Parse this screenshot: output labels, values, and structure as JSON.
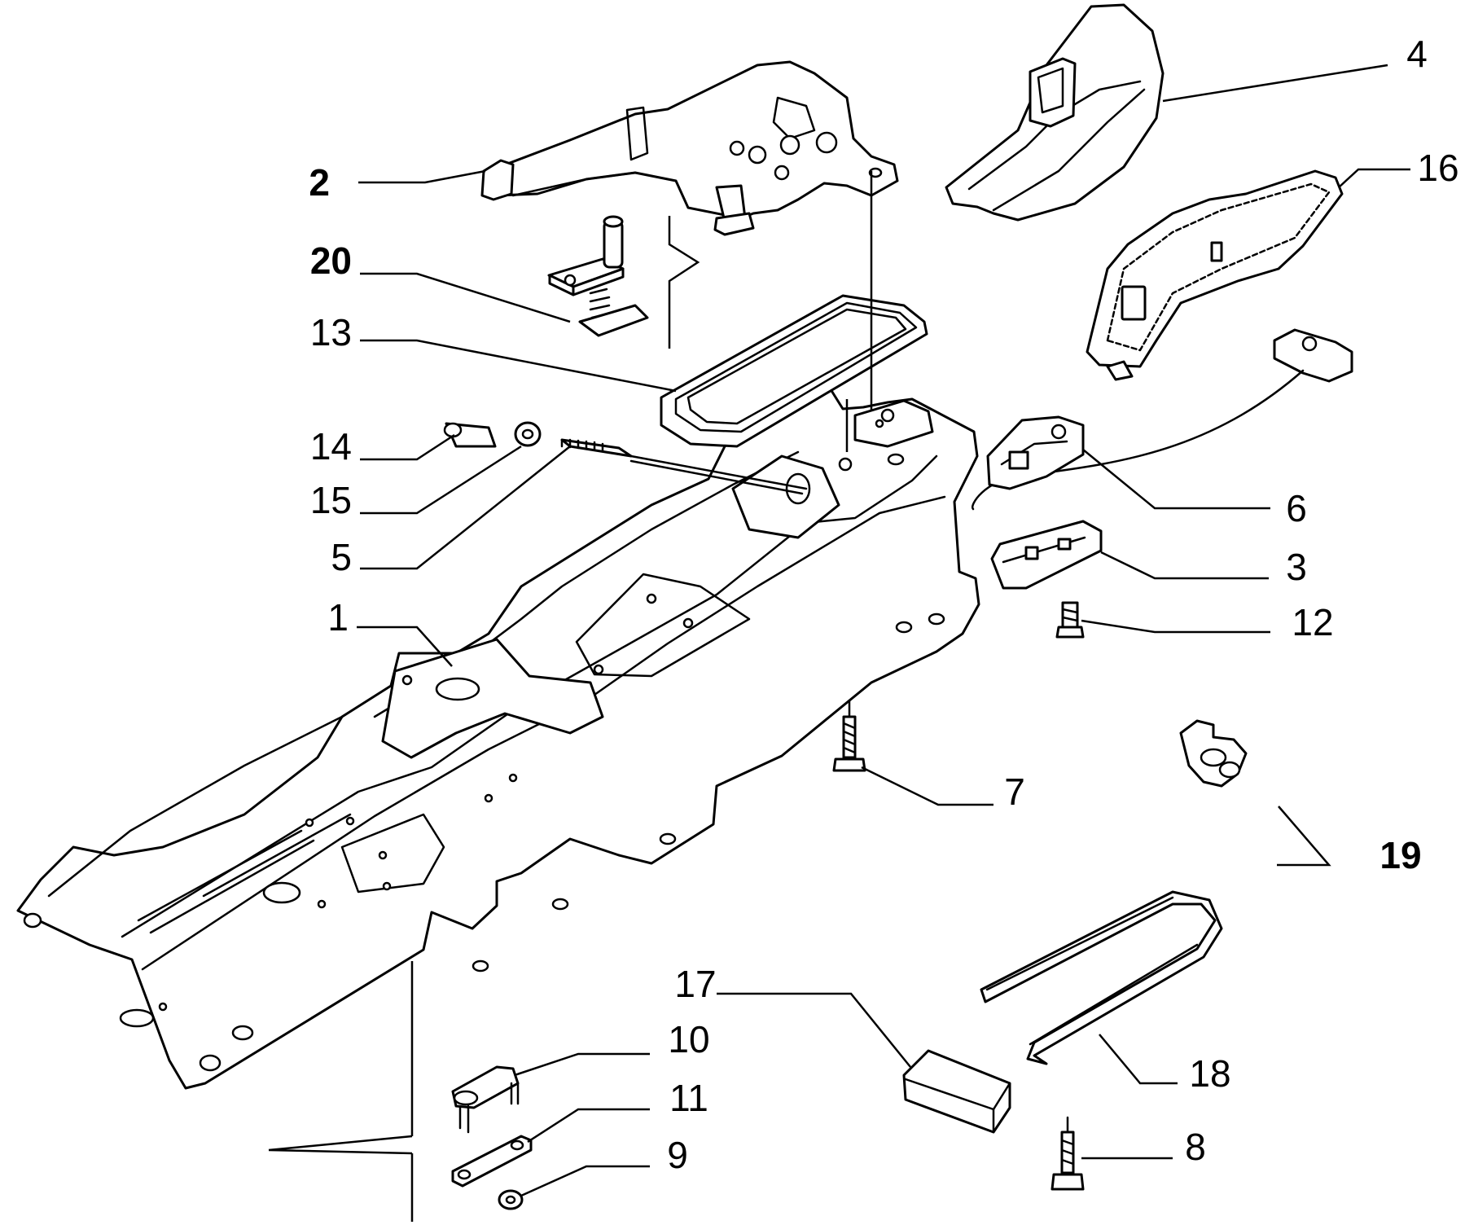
{
  "diagram": {
    "parts": [
      {
        "id": "part-1",
        "label": "1"
      },
      {
        "id": "part-2",
        "label": "2"
      },
      {
        "id": "part-3",
        "label": "3"
      },
      {
        "id": "part-4",
        "label": "4"
      },
      {
        "id": "part-5",
        "label": "5"
      },
      {
        "id": "part-6",
        "label": "6"
      },
      {
        "id": "part-7",
        "label": "7"
      },
      {
        "id": "part-8",
        "label": "8"
      },
      {
        "id": "part-9",
        "label": "9"
      },
      {
        "id": "part-10",
        "label": "10"
      },
      {
        "id": "part-11",
        "label": "11"
      },
      {
        "id": "part-12",
        "label": "12"
      },
      {
        "id": "part-13",
        "label": "13"
      },
      {
        "id": "part-14",
        "label": "14"
      },
      {
        "id": "part-15",
        "label": "15"
      },
      {
        "id": "part-16",
        "label": "16"
      },
      {
        "id": "part-17",
        "label": "17"
      },
      {
        "id": "part-18",
        "label": "18"
      },
      {
        "id": "part-19",
        "label": "19"
      },
      {
        "id": "part-20",
        "label": "20"
      }
    ]
  }
}
